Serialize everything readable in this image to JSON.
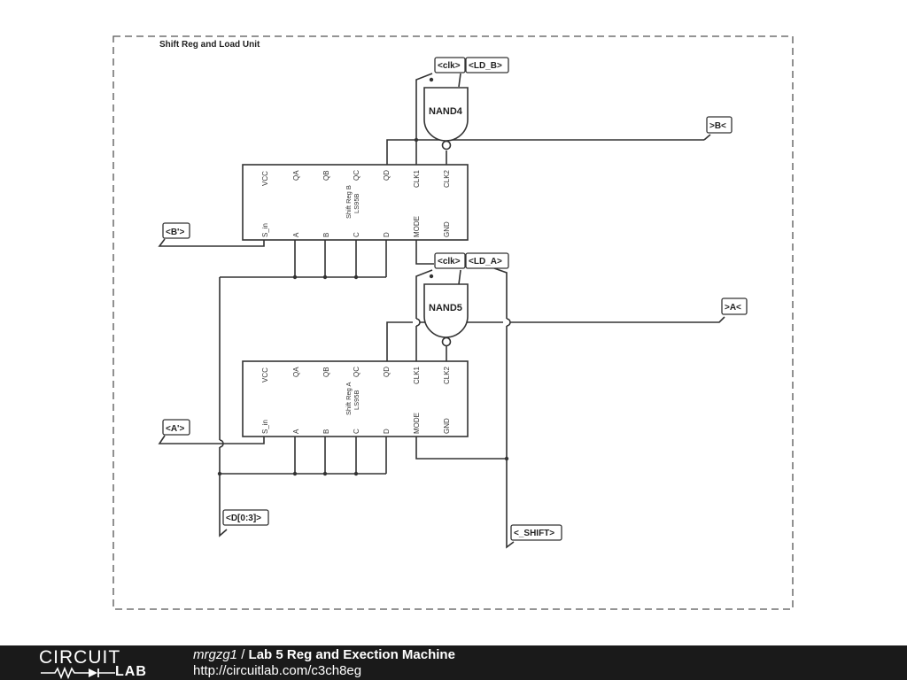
{
  "unit_title": "Shift Reg and Load Unit",
  "chips": {
    "reg_b": {
      "name": "Shift Reg B",
      "part": "LS95B",
      "top_pins": [
        "VCC",
        "QA",
        "QB",
        "QC",
        "QD",
        "CLK1",
        "CLK2"
      ],
      "bottom_pins": [
        "S_in",
        "A",
        "B",
        "C",
        "D",
        "MODE",
        "GND"
      ]
    },
    "reg_a": {
      "name": "Shift Reg A",
      "part": "LS95B",
      "top_pins": [
        "VCC",
        "QA",
        "QB",
        "QC",
        "QD",
        "CLK1",
        "CLK2"
      ],
      "bottom_pins": [
        "S_in",
        "A",
        "B",
        "C",
        "D",
        "MODE",
        "GND"
      ]
    }
  },
  "gates": {
    "nand4": "NAND4",
    "nand5": "NAND5"
  },
  "labels": {
    "clk_b": "<clk>",
    "ld_b": "<LD_B>",
    "b_out": ">B<",
    "b_in": "<B'>",
    "clk_a": "<clk>",
    "ld_a": "<LD_A>",
    "a_out": ">A<",
    "a_in": "<A'>",
    "data_bus": "<D[0:3]>",
    "shift": "<_SHIFT>"
  },
  "footer": {
    "brand_top": "CIRCUIT",
    "brand_bottom": "LAB",
    "author": "mrgzg1",
    "separator": " / ",
    "project": "Lab 5 Reg and Exection Machine",
    "url": "http://circuitlab.com/c3ch8eg"
  }
}
